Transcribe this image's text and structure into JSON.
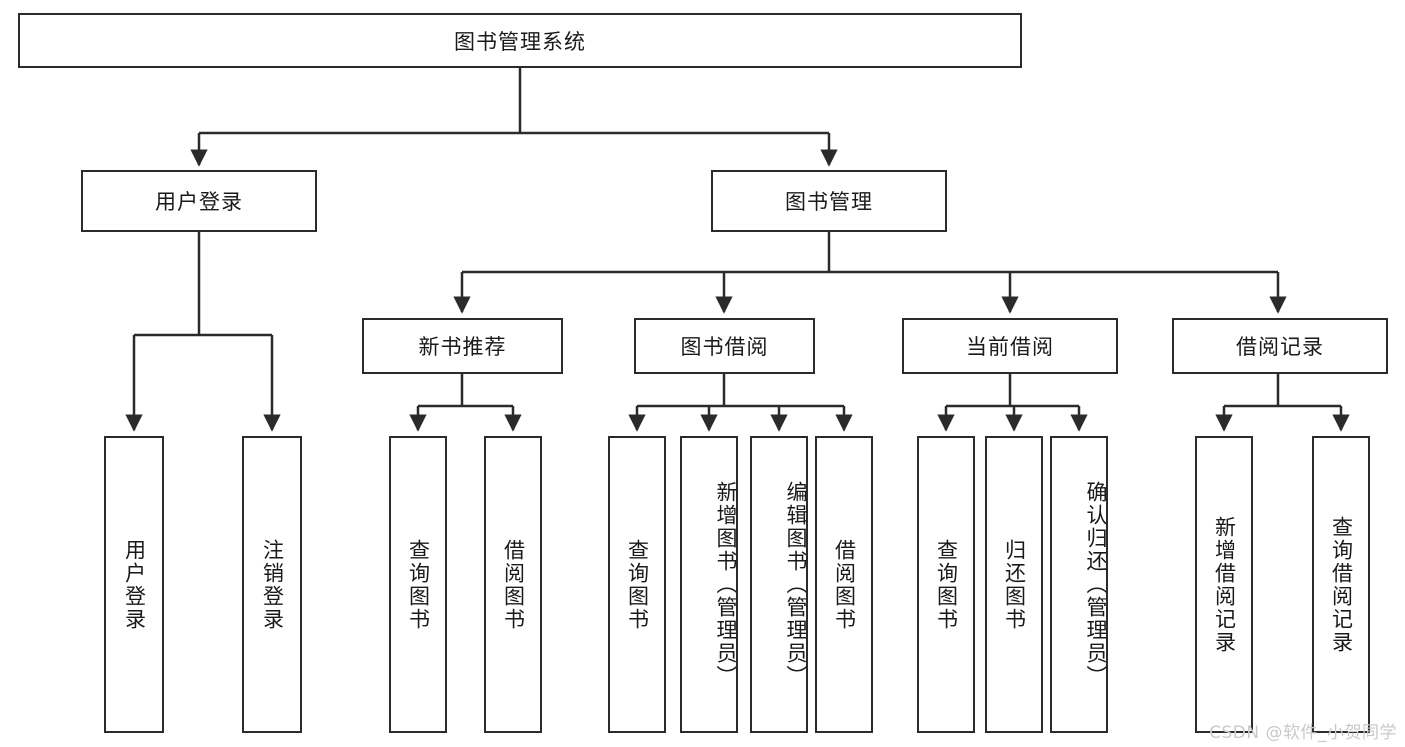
{
  "diagram": {
    "type": "tree",
    "title": "图书管理系统",
    "root": {
      "label": "图书管理系统"
    },
    "level2": [
      {
        "label": "用户登录"
      },
      {
        "label": "图书管理"
      }
    ],
    "level3": [
      {
        "label": "新书推荐"
      },
      {
        "label": "图书借阅"
      },
      {
        "label": "当前借阅"
      },
      {
        "label": "借阅记录"
      }
    ],
    "leaves": {
      "user_login": [
        {
          "label": "用户登录"
        },
        {
          "label": "注销登录"
        }
      ],
      "new_book_recommend": [
        {
          "label": "查询图书"
        },
        {
          "label": "借阅图书"
        }
      ],
      "book_borrow": [
        {
          "label": "查询图书"
        },
        {
          "label": "新增图书（管理员）"
        },
        {
          "label": "编辑图书（管理员）"
        },
        {
          "label": "借阅图书"
        }
      ],
      "current_borrow": [
        {
          "label": "查询图书"
        },
        {
          "label": "归还图书"
        },
        {
          "label": "确认归还（管理员）"
        }
      ],
      "borrow_record": [
        {
          "label": "新增借阅记录"
        },
        {
          "label": "查询借阅记录"
        }
      ]
    }
  },
  "watermark": {
    "text": "CSDN @软件_小贺同学"
  },
  "colors": {
    "stroke": "#2b2b2b",
    "fill": "#ffffff",
    "text": "#1a1a1a",
    "watermark": "#c9c9c9"
  }
}
